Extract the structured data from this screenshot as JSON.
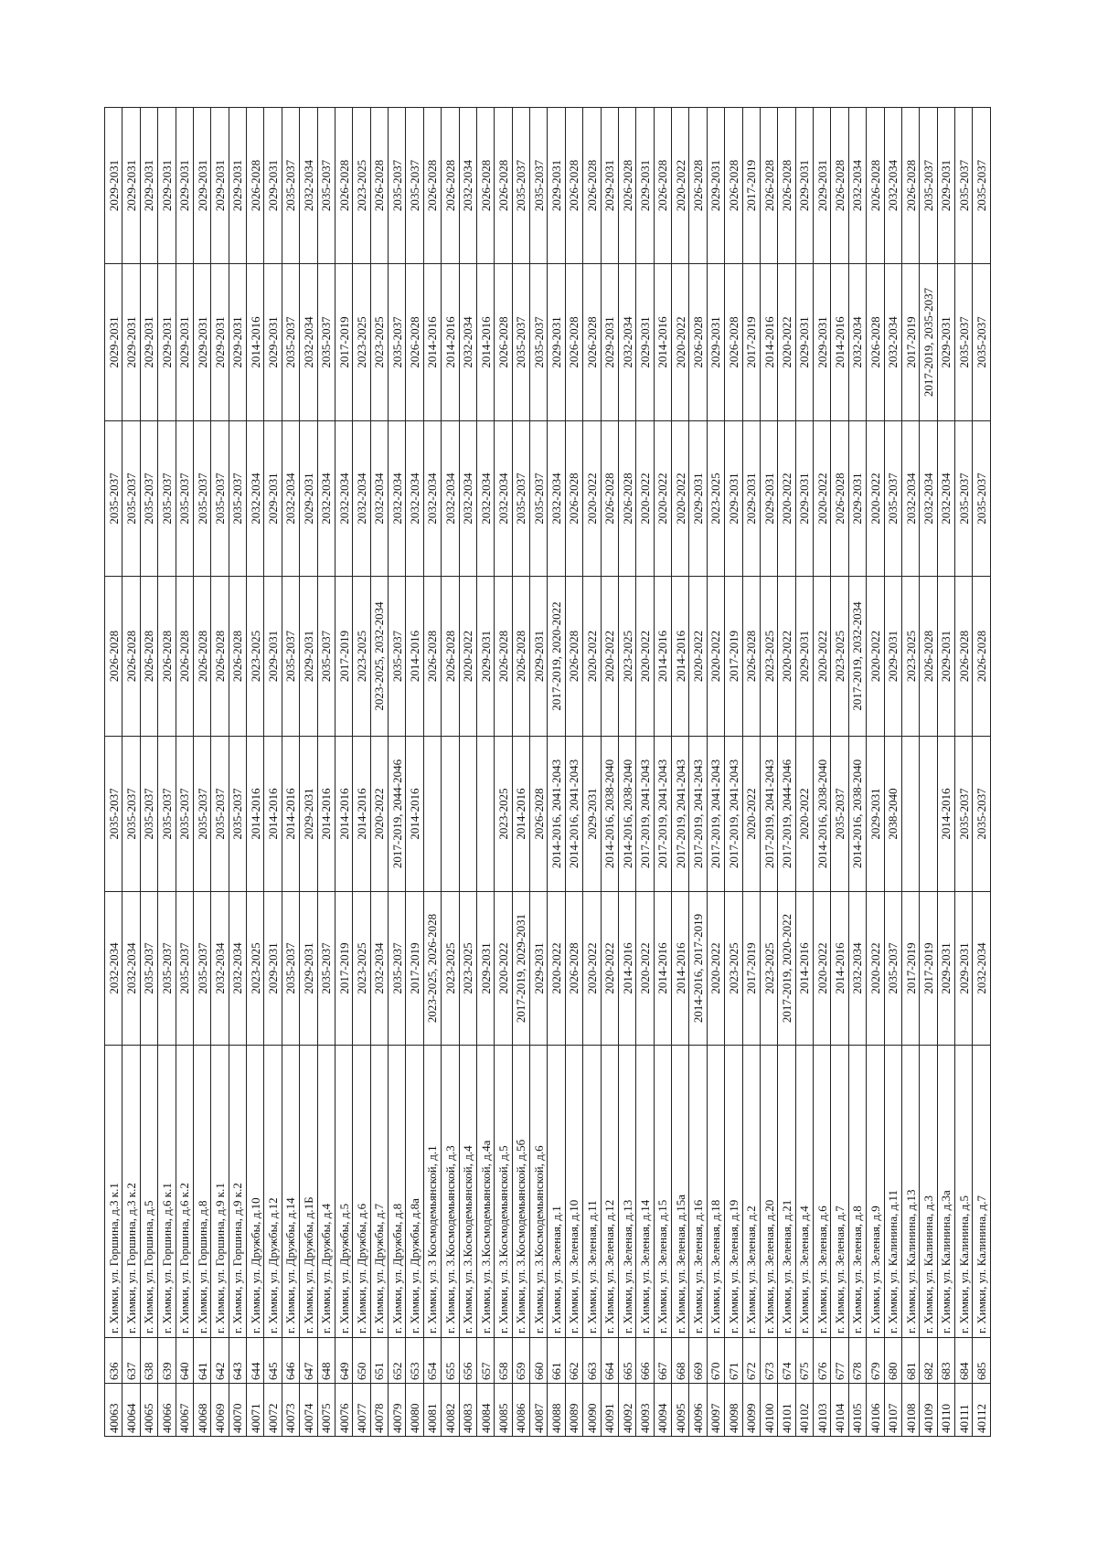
{
  "table": {
    "rows": [
      {
        "id": "40063",
        "num": "636",
        "address": "г. Химки, ул. Горшина, д.3 к.1",
        "p1": "2032-2034",
        "p2": "2035-2037",
        "p3": "2026-2028",
        "p4": "2035-2037",
        "p5": "2029-2031",
        "p6": "2029-2031"
      },
      {
        "id": "40064",
        "num": "637",
        "address": "г. Химки, ул. Горшина, д.3 к.2",
        "p1": "2032-2034",
        "p2": "2035-2037",
        "p3": "2026-2028",
        "p4": "2035-2037",
        "p5": "2029-2031",
        "p6": "2029-2031"
      },
      {
        "id": "40065",
        "num": "638",
        "address": "г. Химки, ул. Горшина, д.5",
        "p1": "2035-2037",
        "p2": "2035-2037",
        "p3": "2026-2028",
        "p4": "2035-2037",
        "p5": "2029-2031",
        "p6": "2029-2031"
      },
      {
        "id": "40066",
        "num": "639",
        "address": "г. Химки, ул. Горшина, д.6 к.1",
        "p1": "2035-2037",
        "p2": "2035-2037",
        "p3": "2026-2028",
        "p4": "2035-2037",
        "p5": "2029-2031",
        "p6": "2029-2031"
      },
      {
        "id": "40067",
        "num": "640",
        "address": "г. Химки, ул. Горшина, д.6 к.2",
        "p1": "2035-2037",
        "p2": "2035-2037",
        "p3": "2026-2028",
        "p4": "2035-2037",
        "p5": "2029-2031",
        "p6": "2029-2031"
      },
      {
        "id": "40068",
        "num": "641",
        "address": "г. Химки, ул. Горшина, д.8",
        "p1": "2035-2037",
        "p2": "2035-2037",
        "p3": "2026-2028",
        "p4": "2035-2037",
        "p5": "2029-2031",
        "p6": "2029-2031"
      },
      {
        "id": "40069",
        "num": "642",
        "address": "г. Химки, ул. Горшина, д.9 к.1",
        "p1": "2032-2034",
        "p2": "2035-2037",
        "p3": "2026-2028",
        "p4": "2035-2037",
        "p5": "2029-2031",
        "p6": "2029-2031"
      },
      {
        "id": "40070",
        "num": "643",
        "address": "г. Химки, ул. Горшина, д.9 к.2",
        "p1": "2032-2034",
        "p2": "2035-2037",
        "p3": "2026-2028",
        "p4": "2035-2037",
        "p5": "2029-2031",
        "p6": "2029-2031"
      },
      {
        "id": "40071",
        "num": "644",
        "address": "г. Химки, ул. Дружбы, д.10",
        "p1": "2023-2025",
        "p2": "2014-2016",
        "p3": "2023-2025",
        "p4": "2032-2034",
        "p5": "2014-2016",
        "p6": "2026-2028"
      },
      {
        "id": "40072",
        "num": "645",
        "address": "г. Химки, ул. Дружбы, д.12",
        "p1": "2029-2031",
        "p2": "2014-2016",
        "p3": "2029-2031",
        "p4": "2029-2031",
        "p5": "2029-2031",
        "p6": "2029-2031"
      },
      {
        "id": "40073",
        "num": "646",
        "address": "г. Химки, ул. Дружбы, д.14",
        "p1": "2035-2037",
        "p2": "2014-2016",
        "p3": "2035-2037",
        "p4": "2032-2034",
        "p5": "2035-2037",
        "p6": "2035-2037"
      },
      {
        "id": "40074",
        "num": "647",
        "address": "г. Химки, ул. Дружбы, д.1Б",
        "p1": "2029-2031",
        "p2": "2029-2031",
        "p3": "2029-2031",
        "p4": "2029-2031",
        "p5": "2032-2034",
        "p6": "2032-2034"
      },
      {
        "id": "40075",
        "num": "648",
        "address": "г. Химки, ул. Дружбы, д.4",
        "p1": "2035-2037",
        "p2": "2014-2016",
        "p3": "2035-2037",
        "p4": "2032-2034",
        "p5": "2035-2037",
        "p6": "2035-2037"
      },
      {
        "id": "40076",
        "num": "649",
        "address": "г. Химки, ул. Дружбы, д.5",
        "p1": "2017-2019",
        "p2": "2014-2016",
        "p3": "2017-2019",
        "p4": "2032-2034",
        "p5": "2017-2019",
        "p6": "2026-2028"
      },
      {
        "id": "40077",
        "num": "650",
        "address": "г. Химки, ул. Дружбы, д.6",
        "p1": "2023-2025",
        "p2": "2014-2016",
        "p3": "2023-2025",
        "p4": "2032-2034",
        "p5": "2023-2025",
        "p6": "2023-2025"
      },
      {
        "id": "40078",
        "num": "651",
        "address": "г. Химки, ул. Дружбы, д.7",
        "p1": "2032-2034",
        "p2": "2020-2022",
        "p3": "2023-2025, 2032-2034",
        "p4": "2032-2034",
        "p5": "2023-2025",
        "p6": "2026-2028"
      },
      {
        "id": "40079",
        "num": "652",
        "address": "г. Химки, ул. Дружбы, д.8",
        "p1": "2035-2037",
        "p2": "2017-2019, 2044-2046",
        "p3": "2035-2037",
        "p4": "2032-2034",
        "p5": "2035-2037",
        "p6": "2035-2037"
      },
      {
        "id": "40080",
        "num": "653",
        "address": "г. Химки, ул. Дружбы, д.8а",
        "p1": "2017-2019",
        "p2": "2014-2016",
        "p3": "2014-2016",
        "p4": "2032-2034",
        "p5": "2026-2028",
        "p6": "2035-2037"
      },
      {
        "id": "40081",
        "num": "654",
        "address": "г. Химки, ул. 3 Космодемьянской, д.1",
        "p1": "2023-2025, 2026-2028",
        "p2": "",
        "p3": "2026-2028",
        "p4": "2032-2034",
        "p5": "2014-2016",
        "p6": "2026-2028"
      },
      {
        "id": "40082",
        "num": "655",
        "address": "г. Химки, ул. 3.Космодемьянской, д.3",
        "p1": "2023-2025",
        "p2": "",
        "p3": "2026-2028",
        "p4": "2032-2034",
        "p5": "2014-2016",
        "p6": "2026-2028"
      },
      {
        "id": "40083",
        "num": "656",
        "address": "г. Химки, ул. 3.Космодемьянской, д.4",
        "p1": "2023-2025",
        "p2": "",
        "p3": "2020-2022",
        "p4": "2032-2034",
        "p5": "2032-2034",
        "p6": "2032-2034"
      },
      {
        "id": "40084",
        "num": "657",
        "address": "г. Химки, ул. 3.Космодемьянской, д.4а",
        "p1": "2029-2031",
        "p2": "",
        "p3": "2029-2031",
        "p4": "2032-2034",
        "p5": "2014-2016",
        "p6": "2026-2028"
      },
      {
        "id": "40085",
        "num": "658",
        "address": "г. Химки, ул. 3.Космодемьянской, д.5",
        "p1": "2020-2022",
        "p2": "2023-2025",
        "p3": "2026-2028",
        "p4": "2032-2034",
        "p5": "2026-2028",
        "p6": "2026-2028"
      },
      {
        "id": "40086",
        "num": "659",
        "address": "г. Химки, ул. 3.Космодемьянской, д.5б",
        "p1": "2017-2019, 2029-2031",
        "p2": "2014-2016",
        "p3": "2026-2028",
        "p4": "2035-2037",
        "p5": "2035-2037",
        "p6": "2035-2037"
      },
      {
        "id": "40087",
        "num": "660",
        "address": "г. Химки, ул. 3.Космодемьянской, д.6",
        "p1": "2029-2031",
        "p2": "2026-2028",
        "p3": "2029-2031",
        "p4": "2035-2037",
        "p5": "2035-2037",
        "p6": "2035-2037"
      },
      {
        "id": "40088",
        "num": "661",
        "address": "г. Химки, ул. Зеленая, д.1",
        "p1": "2020-2022",
        "p2": "2014-2016, 2041-2043",
        "p3": "2017-2019, 2020-2022",
        "p4": "2032-2034",
        "p5": "2029-2031",
        "p6": "2029-2031"
      },
      {
        "id": "40089",
        "num": "662",
        "address": "г. Химки, ул. Зеленая, д.10",
        "p1": "2026-2028",
        "p2": "2014-2016, 2041-2043",
        "p3": "2026-2028",
        "p4": "2026-2028",
        "p5": "2026-2028",
        "p6": "2026-2028"
      },
      {
        "id": "40090",
        "num": "663",
        "address": "г. Химки, ул. Зеленая, д.11",
        "p1": "2020-2022",
        "p2": "2029-2031",
        "p3": "2020-2022",
        "p4": "2020-2022",
        "p5": "2026-2028",
        "p6": "2026-2028"
      },
      {
        "id": "40091",
        "num": "664",
        "address": "г. Химки, ул. Зеленая, д.12",
        "p1": "2020-2022",
        "p2": "2014-2016, 2038-2040",
        "p3": "2020-2022",
        "p4": "2026-2028",
        "p5": "2029-2031",
        "p6": "2029-2031"
      },
      {
        "id": "40092",
        "num": "665",
        "address": "г. Химки, ул. Зеленая, д.13",
        "p1": "2014-2016",
        "p2": "2014-2016, 2038-2040",
        "p3": "2023-2025",
        "p4": "2026-2028",
        "p5": "2032-2034",
        "p6": "2026-2028"
      },
      {
        "id": "40093",
        "num": "666",
        "address": "г. Химки, ул. Зеленая, д.14",
        "p1": "2020-2022",
        "p2": "2017-2019, 2041-2043",
        "p3": "2020-2022",
        "p4": "2020-2022",
        "p5": "2029-2031",
        "p6": "2029-2031"
      },
      {
        "id": "40094",
        "num": "667",
        "address": "г. Химки, ул. Зеленая, д.15",
        "p1": "2014-2016",
        "p2": "2017-2019, 2041-2043",
        "p3": "2014-2016",
        "p4": "2020-2022",
        "p5": "2014-2016",
        "p6": "2026-2028"
      },
      {
        "id": "40095",
        "num": "668",
        "address": "г. Химки, ул. Зеленая, д.15а",
        "p1": "2014-2016",
        "p2": "2017-2019, 2041-2043",
        "p3": "2014-2016",
        "p4": "2020-2022",
        "p5": "2020-2022",
        "p6": "2020-2022"
      },
      {
        "id": "40096",
        "num": "669",
        "address": "г. Химки, ул. Зеленая, д.16",
        "p1": "2014-2016, 2017-2019",
        "p2": "2017-2019, 2041-2043",
        "p3": "2020-2022",
        "p4": "2029-2031",
        "p5": "2026-2028",
        "p6": "2026-2028"
      },
      {
        "id": "40097",
        "num": "670",
        "address": "г. Химки, ул. Зеленая, д.18",
        "p1": "2020-2022",
        "p2": "2017-2019, 2041-2043",
        "p3": "2020-2022",
        "p4": "2023-2025",
        "p5": "2029-2031",
        "p6": "2029-2031"
      },
      {
        "id": "40098",
        "num": "671",
        "address": "г. Химки, ул. Зеленая, д.19",
        "p1": "2023-2025",
        "p2": "2017-2019, 2041-2043",
        "p3": "2017-2019",
        "p4": "2029-2031",
        "p5": "2026-2028",
        "p6": "2026-2028"
      },
      {
        "id": "40099",
        "num": "672",
        "address": "г. Химки, ул. Зеленая, д.2",
        "p1": "2017-2019",
        "p2": "2020-2022",
        "p3": "2026-2028",
        "p4": "2029-2031",
        "p5": "2017-2019",
        "p6": "2017-2019"
      },
      {
        "id": "40100",
        "num": "673",
        "address": "г. Химки, ул. Зеленая, д.20",
        "p1": "2023-2025",
        "p2": "2017-2019, 2041-2043",
        "p3": "2023-2025",
        "p4": "2029-2031",
        "p5": "2014-2016",
        "p6": "2026-2028"
      },
      {
        "id": "40101",
        "num": "674",
        "address": "г. Химки, ул. Зеленая, д.21",
        "p1": "2017-2019, 2020-2022",
        "p2": "2017-2019, 2044-2046",
        "p3": "2020-2022",
        "p4": "2020-2022",
        "p5": "2020-2022",
        "p6": "2026-2028"
      },
      {
        "id": "40102",
        "num": "675",
        "address": "г. Химки, ул. Зеленая, д.4",
        "p1": "2014-2016",
        "p2": "2020-2022",
        "p3": "2029-2031",
        "p4": "2029-2031",
        "p5": "2029-2031",
        "p6": "2029-2031"
      },
      {
        "id": "40103",
        "num": "676",
        "address": "г. Химки, ул. Зеленая, д.6",
        "p1": "2020-2022",
        "p2": "2014-2016, 2038-2040",
        "p3": "2020-2022",
        "p4": "2020-2022",
        "p5": "2029-2031",
        "p6": "2029-2031"
      },
      {
        "id": "40104",
        "num": "677",
        "address": "г. Химки, ул. Зеленая, д.7",
        "p1": "2014-2016",
        "p2": "2035-2037",
        "p3": "2023-2025",
        "p4": "2026-2028",
        "p5": "2014-2016",
        "p6": "2026-2028"
      },
      {
        "id": "40105",
        "num": "678",
        "address": "г. Химки, ул. Зеленая, д.8",
        "p1": "2032-2034",
        "p2": "2014-2016, 2038-2040",
        "p3": "2017-2019, 2032-2034",
        "p4": "2029-2031",
        "p5": "2032-2034",
        "p6": "2032-2034"
      },
      {
        "id": "40106",
        "num": "679",
        "address": "г. Химки, ул. Зеленая, д.9",
        "p1": "2020-2022",
        "p2": "2029-2031",
        "p3": "2020-2022",
        "p4": "2020-2022",
        "p5": "2026-2028",
        "p6": "2026-2028"
      },
      {
        "id": "40107",
        "num": "680",
        "address": "г. Химки, ул. Калинина, д.11",
        "p1": "2035-2037",
        "p2": "2038-2040",
        "p3": "2029-2031",
        "p4": "2035-2037",
        "p5": "2032-2034",
        "p6": "2032-2034"
      },
      {
        "id": "40108",
        "num": "681",
        "address": "г. Химки, ул. Калинина, д.13",
        "p1": "2017-2019",
        "p2": "",
        "p3": "2023-2025",
        "p4": "2032-2034",
        "p5": "2017-2019",
        "p6": "2026-2028"
      },
      {
        "id": "40109",
        "num": "682",
        "address": "г. Химки, ул. Калинина, д.3",
        "p1": "2017-2019",
        "p2": "",
        "p3": "2026-2028",
        "p4": "2032-2034",
        "p5": "2017-2019, 2035-2037",
        "p6": "2035-2037"
      },
      {
        "id": "40110",
        "num": "683",
        "address": "г. Химки, ул. Калинина, д.3а",
        "p1": "2029-2031",
        "p2": "2014-2016",
        "p3": "2029-2031",
        "p4": "2032-2034",
        "p5": "2029-2031",
        "p6": "2029-2031"
      },
      {
        "id": "40111",
        "num": "684",
        "address": "г. Химки, ул. Калинина, д.5",
        "p1": "2029-2031",
        "p2": "2035-2037",
        "p3": "2026-2028",
        "p4": "2035-2037",
        "p5": "2035-2037",
        "p6": "2035-2037"
      },
      {
        "id": "40112",
        "num": "685",
        "address": "г. Химки, ул. Калинина, д.7",
        "p1": "2032-2034",
        "p2": "2035-2037",
        "p3": "2026-2028",
        "p4": "2035-2037",
        "p5": "2035-2037",
        "p6": "2035-2037"
      }
    ]
  }
}
